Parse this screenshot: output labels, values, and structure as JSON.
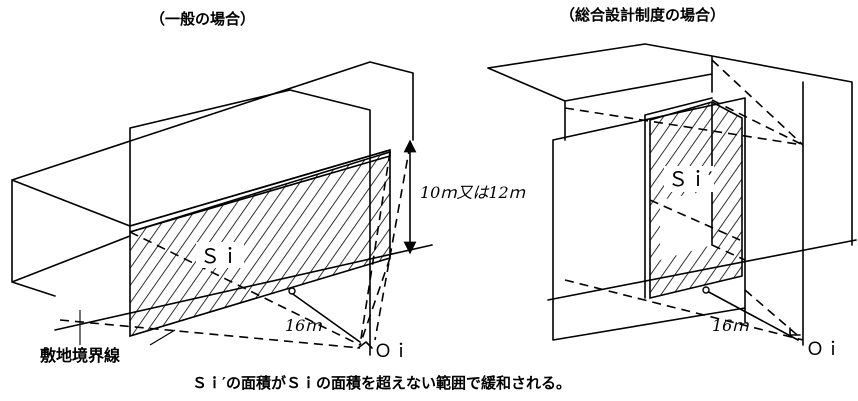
{
  "left": {
    "heading": "（一般の場合）",
    "height_label": "10ｍ又は12ｍ",
    "area_label": "Ｓｉ",
    "distance_label": "16ｍ",
    "point_label": "Ｏｉ",
    "boundary_label": "敷地境界線"
  },
  "right": {
    "heading": "（総合設計制度の場合）",
    "area_label": "Ｓｉ′",
    "distance_label": "16ｍ",
    "point_label": "Ｏｉ"
  },
  "caption": "Ｓｉ′の面積がＳｉの面積を超えない範囲で緩和される。"
}
